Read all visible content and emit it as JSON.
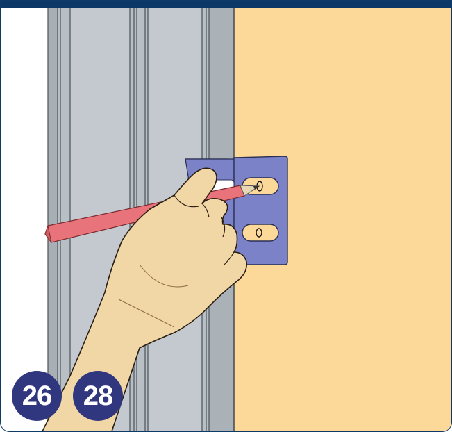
{
  "steps": [
    "26",
    "28"
  ],
  "colors": {
    "header": "#0b3866",
    "panel": "#fcd999",
    "post": "#b9c0c5",
    "bracket": "#7b82c8",
    "pencil": "#e8737a",
    "hand": "#f2d7a6",
    "badge": "#30377e"
  },
  "icons": [
    "metal-post",
    "wall-panel",
    "bracket",
    "pencil-icon",
    "hand"
  ]
}
